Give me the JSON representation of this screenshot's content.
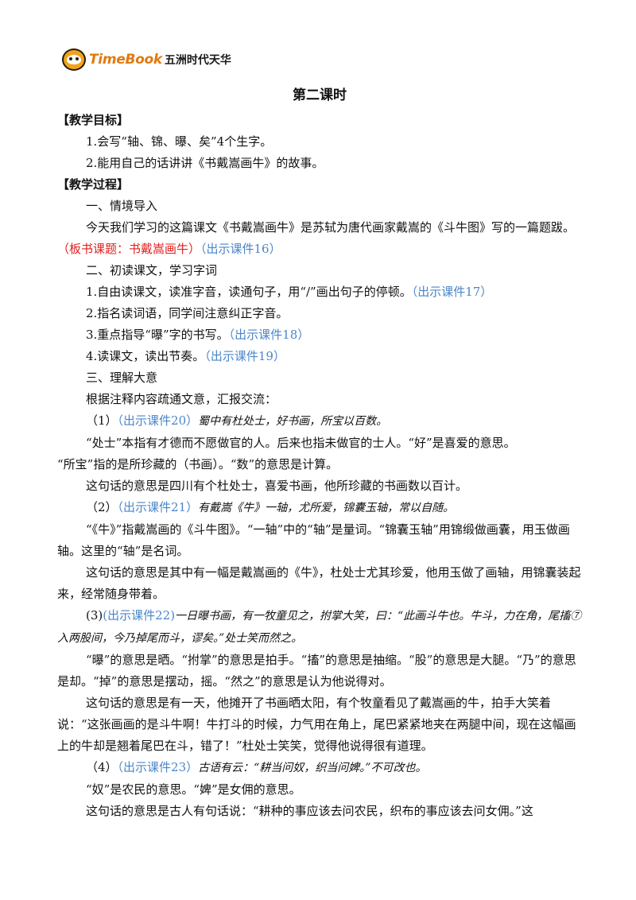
{
  "logo": {
    "brand": "TimeBook",
    "cn": "五洲时代天华"
  },
  "title": "第二课时",
  "sec_goals": "【教学目标】",
  "goal1": "1.会写“轴、锦、曝、矣”4个生字。",
  "goal2": "2.能用自己的话讲讲《书戴嵩画牛》的故事。",
  "sec_process": "【教学过程】",
  "s1_head": "一、情境导入",
  "s1_text": "今天我们学习的这篇课文《书戴嵩画牛》是苏轼为唐代画家戴嵩的《斗牛图》写的一篇题跋。",
  "s1_board": "（板书课题：书戴嵩画牛）",
  "s1_ppt": "（出示课件16）",
  "s2_head": "二、初读课文，学习字词",
  "s2_i1": "1.自由读课文，读准字音，读通句子，用“/”画出句子的停顿。",
  "s2_i1_ppt": "（出示课件17）",
  "s2_i2": "2.指名读词语，同学间注意纠正字音。",
  "s2_i3": "3.重点指导“曝”字的书写。",
  "s2_i3_ppt": "（出示课件18）",
  "s2_i4": "4.读课文，读出节奏。",
  "s2_i4_ppt": "（出示课件19）",
  "s3_head": "三、理解大意",
  "s3_intro": "根据注释内容疏通文意，汇报交流：",
  "q1_num": "（1）",
  "q1_ppt": "（出示课件20）",
  "q1_orig": "蜀中有杜处士，好书画，所宝以百数。",
  "q1_note1": "“处士”本指有才德而不愿做官的人。后来也指未做官的士人。“好”是喜爱的意思。",
  "q1_note2": "“所宝”指的是所珍藏的（书画）。“数”的意思是计算。",
  "q1_mean": "这句话的意思是四川有个杜处士，喜爱书画，他所珍藏的书画数以百计。",
  "q2_num": "（2）",
  "q2_ppt": "（出示课件21）",
  "q2_orig": "有戴嵩《牛》一轴，尤所爱，锦囊玉轴，常以自随。",
  "q2_note": "“《牛》”指戴嵩画的《斗牛图》。“一轴”中的“轴”是量词。“锦囊玉轴”用锦缎做画囊，用玉做画轴。这里的“轴”是名词。",
  "q2_mean": "这句话的意思是其中有一幅是戴嵩画的《牛》，杜处士尤其珍爱，他用玉做了画轴，用锦囊装起来，经常随身带着。",
  "q3_num": "(3)",
  "q3_ppt": "(出示课件22)",
  "q3_orig": "一日曝书画，有一牧童见之，拊掌大笑，曰：“此画斗牛也。牛斗，力在角，尾搐⑦入两股间，今乃掉尾而斗，谬矣。”处士笑而然之。",
  "q3_note": "“曝”的意思是晒。“拊掌”的意思是拍手。“搐”的意思是抽缩。“股”的意思是大腿。“乃”的意思是却。“掉”的意思是摆动，摇。“然之”的意思是认为他说得对。",
  "q3_mean": "这句话的意思是有一天，他摊开了书画晒太阳，有个牧童看见了戴嵩画的牛，拍手大笑着说：“这张画画的是斗牛啊！牛打斗的时候，力气用在角上，尾巴紧紧地夹在两腿中间，现在这幅画上的牛却是翘着尾巴在斗，错了！”杜处士笑笑，觉得他说得很有道理。",
  "q4_num": "（4）",
  "q4_ppt": "（出示课件23）",
  "q4_orig": "古语有云：“耕当问奴，织当问婢。”不可改也。",
  "q4_note": "“奴”是农民的意思。“婢”是女佣的意思。",
  "q4_mean": "这句话的意思是古人有句话说：“耕种的事应该去问农民，织布的事应该去问女佣。”这",
  "colors": {
    "link_blue": "#4a86c8",
    "board_red": "#e02020",
    "logo_orange": "#e07a10"
  },
  "icons": {
    "logo": "timebook-logo-icon"
  }
}
